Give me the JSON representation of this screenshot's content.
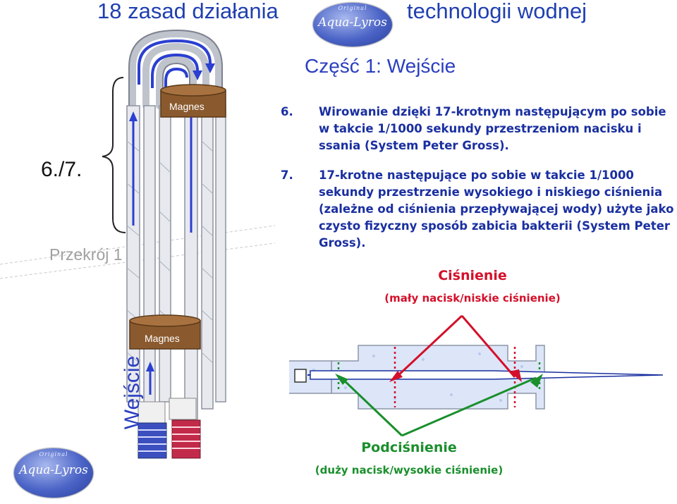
{
  "header": {
    "title_left": "18 zasad działania",
    "title_right": "technologii wodnej",
    "subtitle": "Część 1: Wejście"
  },
  "logo": {
    "original": "Original",
    "brand": "Aqua-Lyros"
  },
  "left": {
    "section_label": "6./7.",
    "cross_section": "Przekrój 1",
    "entry": "Wejście",
    "magnet_top": "Magnes",
    "magnet_bottom": "Magnes"
  },
  "steps": [
    {
      "num": "6.",
      "text": "Wirowanie dzięki 17-krotnym następującym po sobie w takcie 1/1000 sekundy przestrzeniom nacisku i ssania (System Peter Gross)."
    },
    {
      "num": "7.",
      "text": "17-krotne następujące po sobie w takcie 1/1000 sekundy przestrzenie wysokiego i niskiego ciśnienia (zależne od ciśnienia przepływającej wody) użyte jako czysto fizyczny sposób zabicia bakterii (System Peter Gross)."
    }
  ],
  "pressure": {
    "title": "Ciśnienie",
    "note": "(mały nacisk/niskie ciśnienie)",
    "color": "#d4102a"
  },
  "vacuum": {
    "title": "Podciśnienie",
    "note": "(duży nacisk/wysokie ciśnienie)",
    "color": "#1a8f2c"
  }
}
